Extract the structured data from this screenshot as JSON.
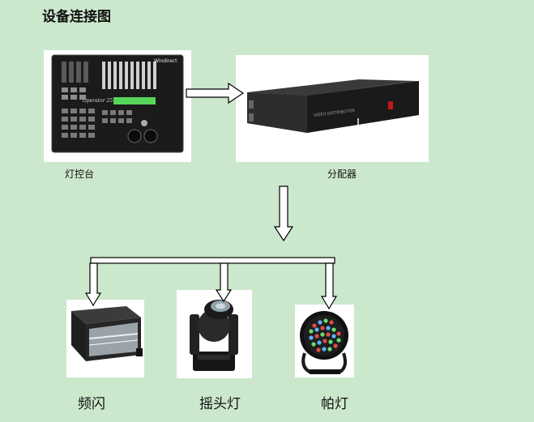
{
  "title": "设备连接图",
  "devices": {
    "console": {
      "label": "灯控台",
      "brand": "Windirect",
      "model": "Operator 2518"
    },
    "distributor": {
      "label": "分配器",
      "panel_text": "VIDEO DISTRIBUTOR"
    },
    "strobe": {
      "label": "频闪"
    },
    "moving_head": {
      "label": "摇头灯"
    },
    "par": {
      "label": "帕灯"
    }
  },
  "colors": {
    "background": "#cce8cc",
    "arrow_fill": "#ffffff",
    "arrow_stroke": "#000000"
  }
}
